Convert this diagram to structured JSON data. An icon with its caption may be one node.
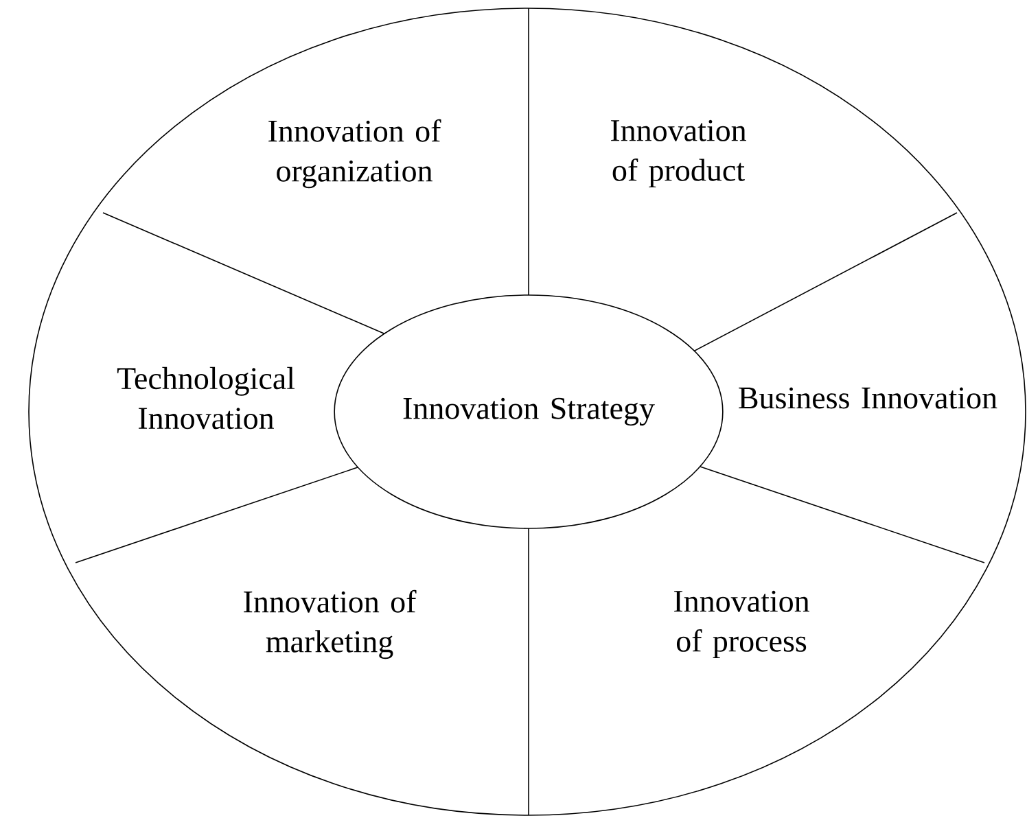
{
  "diagram": {
    "nodes": [
      {
        "text": [],
        "shape": "circle"
      },
      {
        "text": [
          "Innovation Strategy"
        ],
        "in": 0
      }
    ],
    "labels": [
      "Innovation of organization",
      "Innovation of product",
      "Technological Innovation",
      "Business Innovation",
      "Innovation of marketing",
      "Innovation of process"
    ]
  }
}
